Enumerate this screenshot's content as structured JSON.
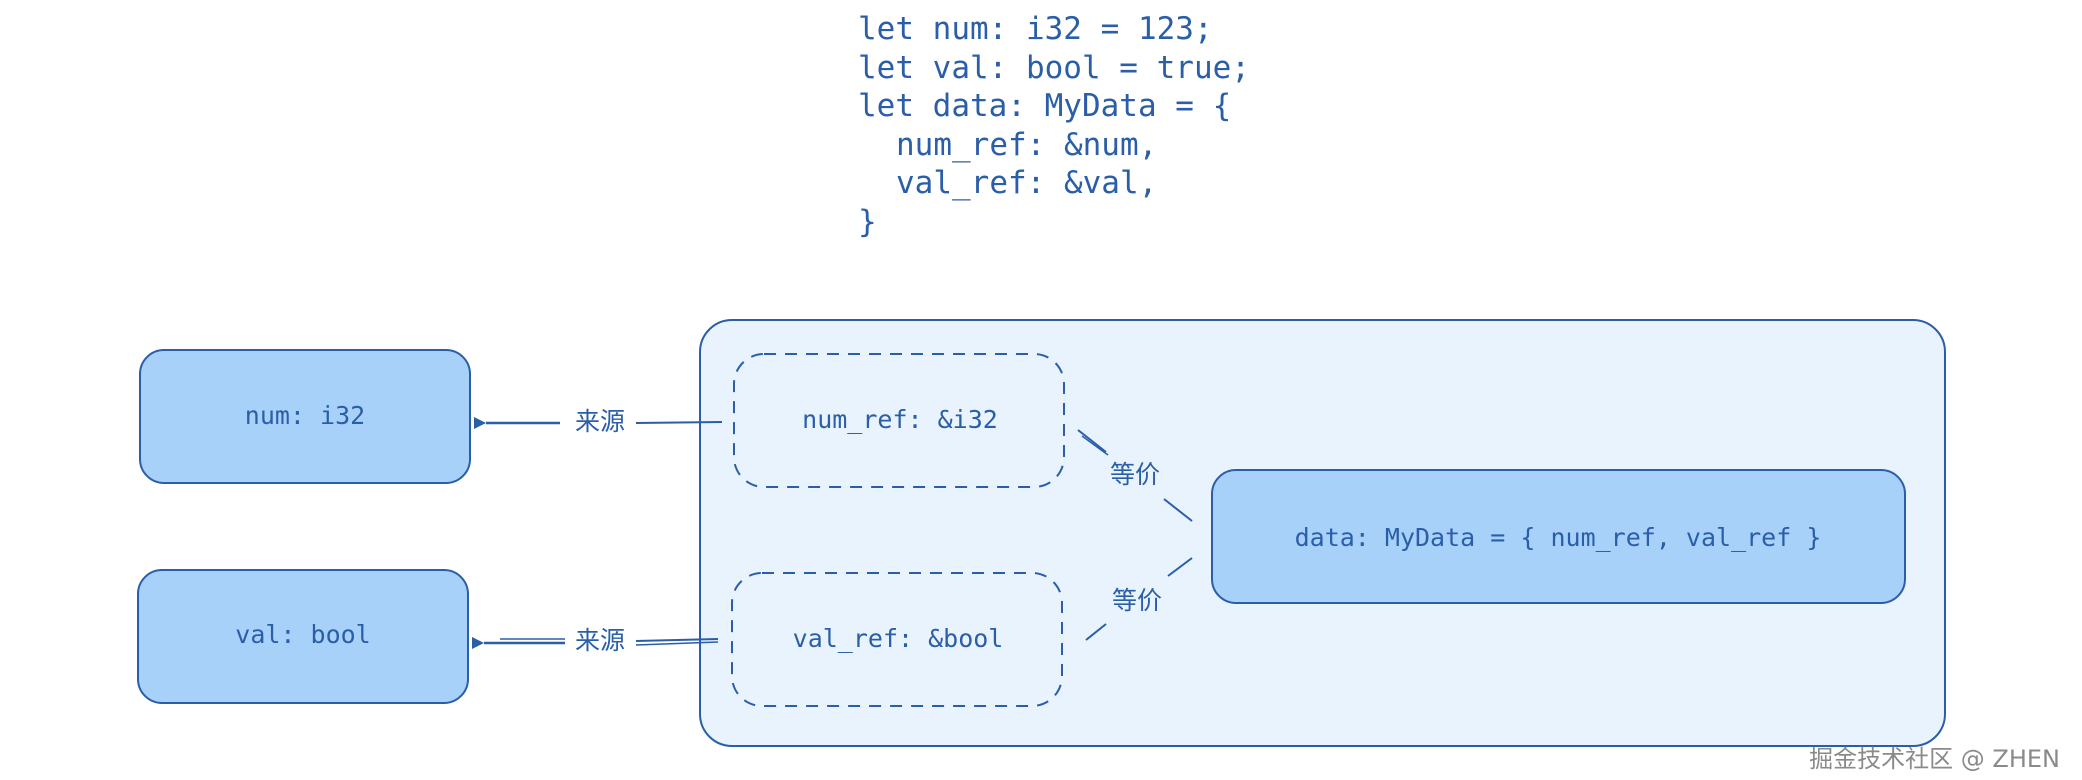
{
  "code": {
    "lines": [
      "let num: i32 = 123;",
      "let val: bool = true;",
      "let data: MyData = {",
      "num_ref: &num,",
      "val_ref: &val,",
      "}"
    ]
  },
  "nodes": {
    "num": "num: i32",
    "val": "val: bool",
    "num_ref": "num_ref: &i32",
    "val_ref": "val_ref: &bool",
    "data": "data: MyData = { num_ref, val_ref }"
  },
  "edges": {
    "source_top": "来源",
    "source_bottom": "来源",
    "equiv_top": "等价",
    "equiv_bottom": "等价"
  },
  "watermark": "掘金技术社区 @ ZHEN",
  "colors": {
    "stroke": "#2b5ea8",
    "box_fill": "#a8d1fa",
    "container_fill": "#e8f3fd"
  }
}
